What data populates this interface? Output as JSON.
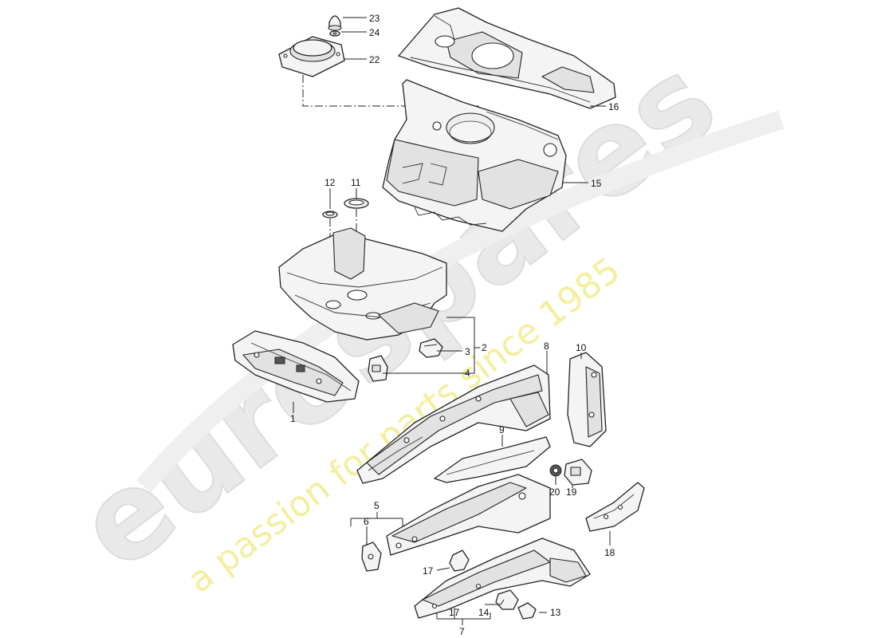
{
  "watermark": {
    "brand": "eurospares",
    "tagline": "a passion for parts since 1985"
  },
  "callouts": {
    "c1": "1",
    "c2": "2",
    "c3": "3",
    "c4": "4",
    "c5": "5",
    "c6": "6",
    "c7": "7",
    "c8": "8",
    "c9": "9",
    "c10": "10",
    "c11": "11",
    "c12": "12",
    "c13": "13",
    "c14": "14",
    "c15": "15",
    "c16": "16",
    "c17a": "17",
    "c17b": "17",
    "c18": "18",
    "c19": "19",
    "c20": "20",
    "c22": "22",
    "c23": "23",
    "c24": "24"
  }
}
